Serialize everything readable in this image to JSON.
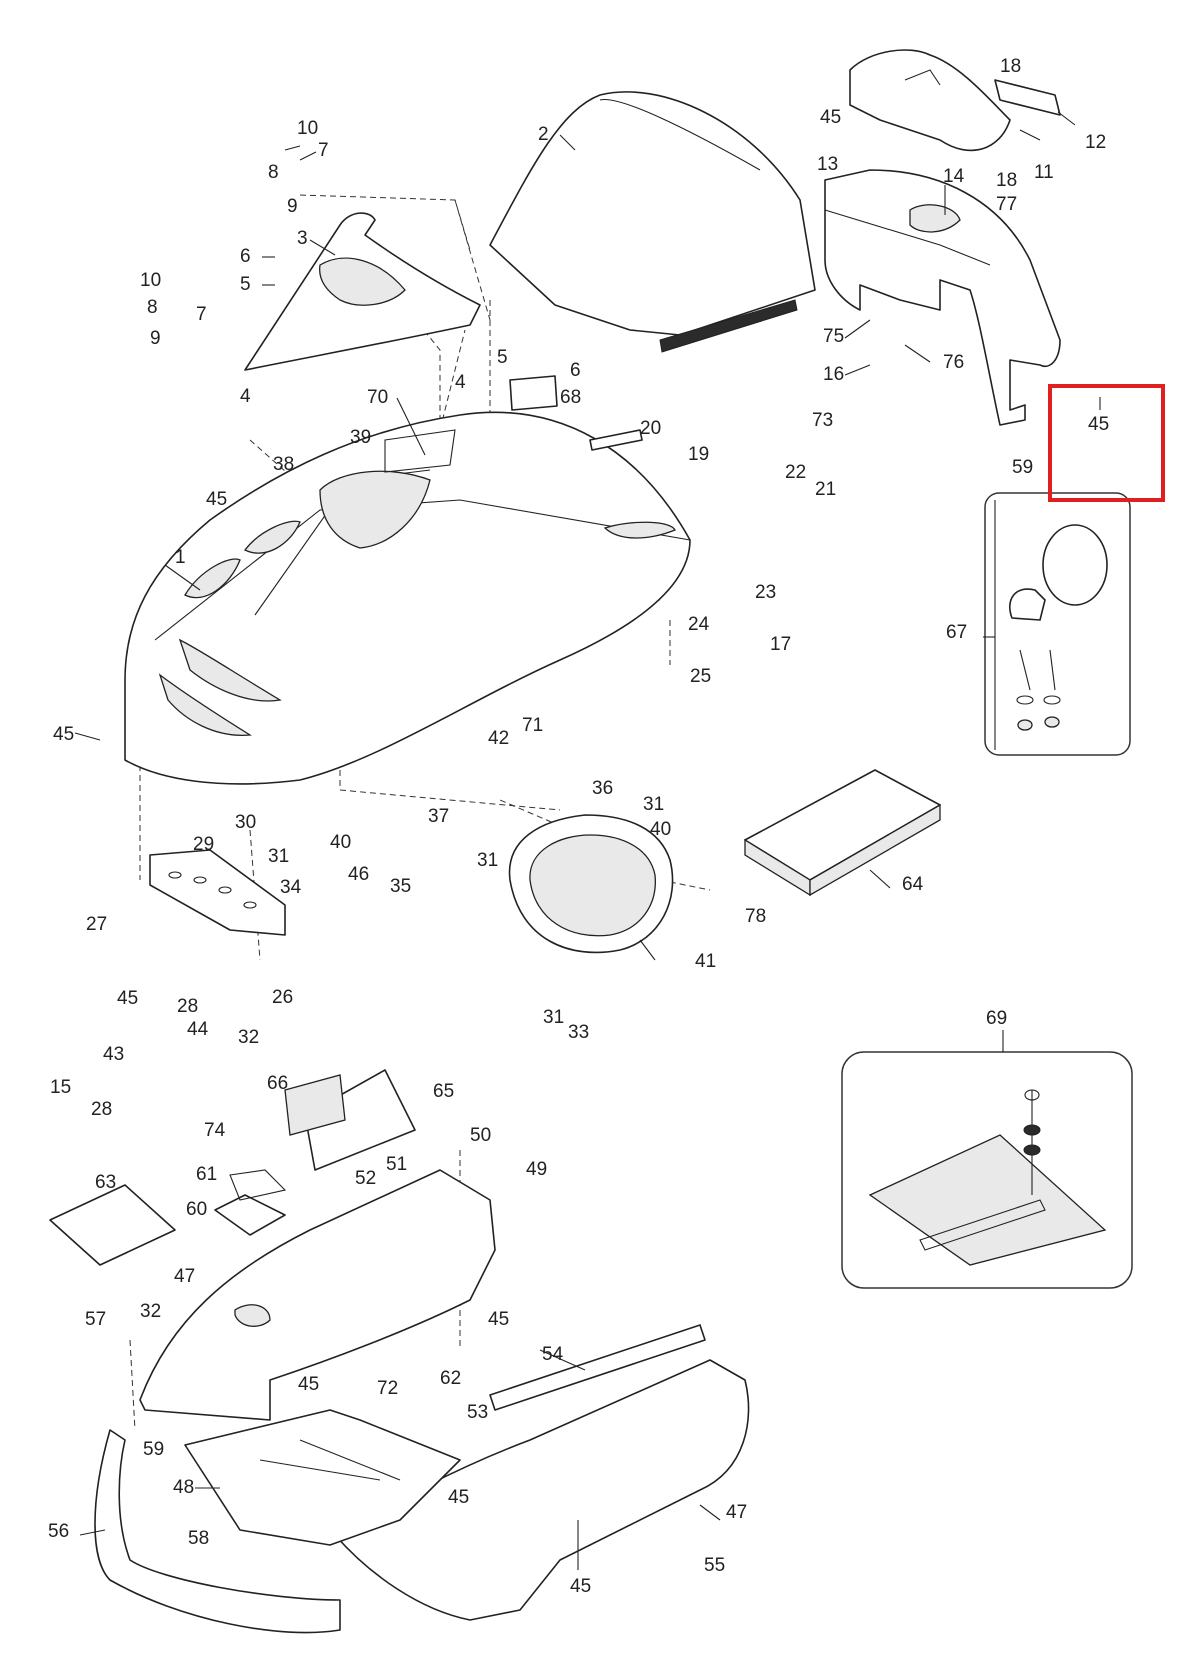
{
  "diagram": {
    "highlight_color": "#e02020",
    "callouts": [
      {
        "id": "c10a",
        "text": "10"
      },
      {
        "id": "c7a",
        "text": "7"
      },
      {
        "id": "c8a",
        "text": "8"
      },
      {
        "id": "c9a",
        "text": "9"
      },
      {
        "id": "c2",
        "text": "2"
      },
      {
        "id": "c3",
        "text": "3"
      },
      {
        "id": "c6a",
        "text": "6"
      },
      {
        "id": "c5a",
        "text": "5"
      },
      {
        "id": "c10b",
        "text": "10"
      },
      {
        "id": "c8b",
        "text": "8"
      },
      {
        "id": "c7b",
        "text": "7"
      },
      {
        "id": "c9b",
        "text": "9"
      },
      {
        "id": "c4a",
        "text": "4"
      },
      {
        "id": "c4b",
        "text": "4"
      },
      {
        "id": "c5b",
        "text": "5"
      },
      {
        "id": "c6b",
        "text": "6"
      },
      {
        "id": "c70",
        "text": "70"
      },
      {
        "id": "c68",
        "text": "68"
      },
      {
        "id": "c38",
        "text": "38"
      },
      {
        "id": "c39",
        "text": "39"
      },
      {
        "id": "c45a",
        "text": "45"
      },
      {
        "id": "c1",
        "text": "1"
      },
      {
        "id": "c20",
        "text": "20"
      },
      {
        "id": "c19",
        "text": "19"
      },
      {
        "id": "c22",
        "text": "22"
      },
      {
        "id": "c21",
        "text": "21"
      },
      {
        "id": "c23",
        "text": "23"
      },
      {
        "id": "c24",
        "text": "24"
      },
      {
        "id": "c17",
        "text": "17"
      },
      {
        "id": "c25",
        "text": "25"
      },
      {
        "id": "c45b",
        "text": "45"
      },
      {
        "id": "c71",
        "text": "71"
      },
      {
        "id": "c42",
        "text": "42"
      },
      {
        "id": "c18a",
        "text": "18"
      },
      {
        "id": "c12",
        "text": "12"
      },
      {
        "id": "c45c",
        "text": "45"
      },
      {
        "id": "c13",
        "text": "13"
      },
      {
        "id": "c14",
        "text": "14"
      },
      {
        "id": "c18b",
        "text": "18"
      },
      {
        "id": "c11",
        "text": "11"
      },
      {
        "id": "c77",
        "text": "77"
      },
      {
        "id": "c75",
        "text": "75"
      },
      {
        "id": "c76",
        "text": "76"
      },
      {
        "id": "c16",
        "text": "16"
      },
      {
        "id": "c73",
        "text": "73"
      },
      {
        "id": "c45d",
        "text": "45"
      },
      {
        "id": "c59a",
        "text": "59"
      },
      {
        "id": "c67",
        "text": "67"
      },
      {
        "id": "c30",
        "text": "30"
      },
      {
        "id": "c29",
        "text": "29"
      },
      {
        "id": "c31a",
        "text": "31"
      },
      {
        "id": "c34",
        "text": "34"
      },
      {
        "id": "c40a",
        "text": "40"
      },
      {
        "id": "c46",
        "text": "46"
      },
      {
        "id": "c37",
        "text": "37"
      },
      {
        "id": "c35",
        "text": "35"
      },
      {
        "id": "c31b",
        "text": "31"
      },
      {
        "id": "c36",
        "text": "36"
      },
      {
        "id": "c31c",
        "text": "31"
      },
      {
        "id": "c40b",
        "text": "40"
      },
      {
        "id": "c64",
        "text": "64"
      },
      {
        "id": "c78",
        "text": "78"
      },
      {
        "id": "c41",
        "text": "41"
      },
      {
        "id": "c27",
        "text": "27"
      },
      {
        "id": "c45e",
        "text": "45"
      },
      {
        "id": "c28a",
        "text": "28"
      },
      {
        "id": "c26",
        "text": "26"
      },
      {
        "id": "c32a",
        "text": "32"
      },
      {
        "id": "c44",
        "text": "44"
      },
      {
        "id": "c43",
        "text": "43"
      },
      {
        "id": "c15",
        "text": "15"
      },
      {
        "id": "c28b",
        "text": "28"
      },
      {
        "id": "c31d",
        "text": "31"
      },
      {
        "id": "c33",
        "text": "33"
      },
      {
        "id": "c69",
        "text": "69"
      },
      {
        "id": "c66",
        "text": "66"
      },
      {
        "id": "c65",
        "text": "65"
      },
      {
        "id": "c74",
        "text": "74"
      },
      {
        "id": "c50",
        "text": "50"
      },
      {
        "id": "c49",
        "text": "49"
      },
      {
        "id": "c61",
        "text": "61"
      },
      {
        "id": "c52",
        "text": "52"
      },
      {
        "id": "c51",
        "text": "51"
      },
      {
        "id": "c63",
        "text": "63"
      },
      {
        "id": "c60",
        "text": "60"
      },
      {
        "id": "c47a",
        "text": "47"
      },
      {
        "id": "c57",
        "text": "57"
      },
      {
        "id": "c32b",
        "text": "32"
      },
      {
        "id": "c45f",
        "text": "45"
      },
      {
        "id": "c45g",
        "text": "45"
      },
      {
        "id": "c54",
        "text": "54"
      },
      {
        "id": "c72",
        "text": "72"
      },
      {
        "id": "c62",
        "text": "62"
      },
      {
        "id": "c59b",
        "text": "59"
      },
      {
        "id": "c53",
        "text": "53"
      },
      {
        "id": "c48",
        "text": "48"
      },
      {
        "id": "c45h",
        "text": "45"
      },
      {
        "id": "c47b",
        "text": "47"
      },
      {
        "id": "c56",
        "text": "56"
      },
      {
        "id": "c58",
        "text": "58"
      },
      {
        "id": "c45i",
        "text": "45"
      },
      {
        "id": "c55",
        "text": "55"
      }
    ]
  }
}
